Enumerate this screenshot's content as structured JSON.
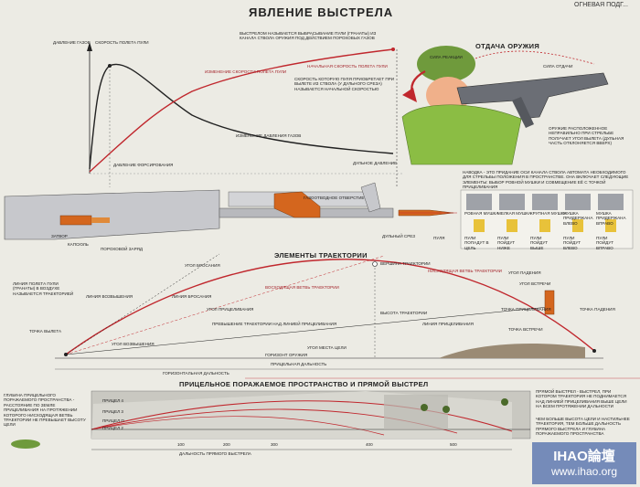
{
  "poster": {
    "title": "ЯВЛЕНИЕ ВЫСТРЕЛА",
    "corner": "ОГНЕВАЯ ПОДГ..."
  },
  "shot": {
    "definition": "ВЫСТРЕЛОМ НАЗЫВАЕТСЯ ВЫБРАСЫВАНИЕ ПУЛИ (ГРАНАТЫ) ИЗ КАНАЛА СТВОЛА ОРУЖИЯ ПОД ДЕЙСТВИЕМ ПОРОХОВЫХ ГАЗОВ",
    "muzzle_velocity_note": "СКОРОСТЬ КОТОРУЮ ПУЛЯ ПРИОБРЕТАЕТ ПРИ ВЫЛЕТЕ ИЗ СТВОЛА (У ДУЛЬНОГО СРЕЗА) НАЗЫВАЕТСЯ НАЧАЛЬНОЙ СКОРОСТЬЮ",
    "y_axis_pressure": "ДАВЛЕНИЕ ГАЗОВ",
    "y_axis_speed": "СКОРОСТЬ ПОЛЕТА ПУЛИ",
    "initial_speed": "НАЧАЛЬНАЯ СКОРОСТЬ ПОЛЕТА ПУЛИ",
    "speed_change": "ИЗМЕНЕНИЕ СКОРОСТИ ПОЛЕТА ПУЛИ",
    "pressure_change": "ИЗМЕНЕНИЕ ДАВЛЕНИЯ ГАЗОВ",
    "forcing_pressure": "ДАВЛЕНИЕ ФОРСИРОВАНИЯ",
    "muzzle_pressure": "ДУЛЬНОЕ ДАВЛЕНИЕ",
    "bolt": "ЗАТВОР",
    "primer": "КАПСЮЛЬ",
    "powder": "ПОРОХОВОЙ ЗАРЯД",
    "gas_port": "ГАЗООТВОДНОЕ ОТВЕРСТИЕ",
    "muzzle": "ДУЛЬНЫЙ СРЕЗ",
    "bullet": "ПУЛЯ"
  },
  "recoil": {
    "title": "ОТДАЧА ОРУЖИЯ",
    "force_label": "СИЛА ОТДАЧИ",
    "reaction_label": "СИЛА РЕАКЦИИ",
    "note": "ОРУЖИЕ РАСПОЛОЖЕННОЕ НЕПРАВИЛЬНО ПРИ СТРЕЛЬБЕ ПОЛУЧАЕТ УГОЛ ВЫЛЕТА (ДУЛЬНАЯ ЧАСТЬ ОТКЛОНЯЕТСЯ ВВЕРХ)"
  },
  "aiming": {
    "text": "НАВОДКА - ЭТО ПРИДАНИЕ ОСИ КАНАЛА СТВОЛА АВТОМАТА НЕОБХОДИМОГО ДЛЯ СТРЕЛЬБЫ ПОЛОЖЕНИЯ В ПРОСТРАНСТВЕ. ОНА ВКЛЮЧАЕТ СЛЕДУЮЩИЕ ЭЛЕМЕНТЫ: ВЫБОР РОВНОЙ МУШКИ И СОВМЕЩЕНИЕ ЕЁ С ТОЧКОЙ ПРИЦЕЛИВАНИЯ",
    "sights": [
      "РОВНАЯ МУШКА",
      "МЕЛКАЯ МУШКА",
      "КРУПНАЯ МУШКА",
      "МУШКА ПРИДЕРЖАНА ВЛЕВО",
      "МУШКА ПРИДЕРЖАНА ВПРАВО"
    ],
    "results": [
      "ПУЛИ ПОПАДУТ В ЦЕЛЬ",
      "ПУЛИ ПОЙДУТ НИЖЕ",
      "ПУЛИ ПОЙДУТ ВЫШЕ",
      "ПУЛИ ПОЙДУТ ВЛЕВО",
      "ПУЛИ ПОЙДУТ ВПРАВО"
    ]
  },
  "trajectory": {
    "title": "ЭЛЕМЕНТЫ ТРАЕКТОРИИ",
    "definition": "ЛИНИЯ ПОЛЕТА ПУЛИ (ГРАНАТЫ) В ВОЗДУХЕ НАЗЫВАЕТСЯ ТРАЕКТОРИЕЙ",
    "apex": "ВЕРШИНА ТРАЕКТОРИИ",
    "ascending": "ВОСХОДЯЩАЯ ВЕТВЬ ТРАЕКТОРИИ",
    "descending": "НИСХОДЯЩАЯ ВЕТВЬ ТРАЕКТОРИИ",
    "aim_line": "ЛИНИЯ ПРИЦЕЛИВАНИЯ",
    "elevation_line": "ЛИНИЯ ВОЗВЫШЕНИЯ",
    "throw_line": "ЛИНИЯ БРОСАНИЯ",
    "throw_angle": "УГОЛ БРОСАНИЯ",
    "elevation_angle": "УГОЛ ВОЗВЫШЕНИЯ",
    "target_angle": "УГОЛ МЕСТА ЦЕЛИ",
    "aim_angle": "УГОЛ ПРИЦЕЛИВАНИЯ",
    "aim_excess": "ПРЕВЫШЕНИЕ ТРАЕКТОРИИ НАД ЛИНИЕЙ ПРИЦЕЛИВАНИЯ",
    "height": "ВЫСОТА ТРАЕКТОРИИ",
    "weapon_horizon": "ГОРИЗОНТ ОРУЖИЯ",
    "departure": "ТОЧКА ВЫЛЕТА",
    "aim_point": "ТОЧКА ПРИЦЕЛИВАНИЯ",
    "meet_point": "ТОЧКА ВСТРЕЧИ",
    "impact_point": "ТОЧКА ПАДЕНИЯ",
    "fall_angle": "УГОЛ ПАДЕНИЯ",
    "meet_angle": "УГОЛ ВСТРЕЧИ",
    "horizontal_range": "ГОРИЗОНТАЛЬНАЯ ДАЛЬНОСТЬ",
    "aim_range": "ПРИЦЕЛЬНАЯ ДАЛЬНОСТЬ"
  },
  "direct": {
    "title": "ПРИЦЕЛЬНОЕ ПОРАЖАЕМОЕ ПРОСТРАНСТВО И ПРЯМОЙ ВЫСТРЕЛ",
    "left_note": "ГЛУБИНА ПРИЦЕЛЬНОГО ПОРАЖАЕМОГО ПРОСТРАНСТВА - РАССТОЯНИЕ ПО ЗЕМЛЕ ПРИЦЕЛИВАНИЯ НА ПРОТЯЖЕНИИ КОТОРОГО НИСХОДЯЩАЯ ВЕТВЬ ТРАЕКТОРИИ НЕ ПРЕВЫШАЕТ ВЫСОТУ ЦЕЛИ",
    "right_note": "ПРЯМОЙ ВЫСТРЕЛ - ВЫСТРЕЛ, ПРИ КОТОРОМ ТРАЕКТОРИЯ НЕ ПОДНИМАЕТСЯ НАД ЛИНИЕЙ ПРИЦЕЛИВАНИЯ ВЫШЕ ЦЕЛИ НА ВСЕМ ПРОТЯЖЕНИИ ДАЛЬНОСТИ",
    "right_note2": "ЧЕМ БОЛЬШЕ ВЫСОТА ЦЕЛИ И НАСТИЛЬНЕЕ ТРАЕКТОРИЯ, ТЕМ БОЛЬШЕ ДАЛЬНОСТЬ ПРЯМОГО ВЫСТРЕЛА И ГЛУБИНА ПОРАЖАЕМОГО ПРОСТРАНСТВА",
    "sights": [
      "ПРИЦЕЛ 4",
      "ПРИЦЕЛ 3",
      "ПРИЦЕЛ П",
      "ПРИЦЕЛ 2"
    ],
    "direct_range": "ДАЛЬНОСТЬ ПРЯМОГО ВЫСТРЕЛА",
    "ticks": [
      "100",
      "200",
      "300",
      "400",
      "500"
    ]
  },
  "watermark": {
    "name": "IHAO論壇",
    "url": "www.ihao.org"
  },
  "colors": {
    "paper": "#ecebe4",
    "red": "#c0272d",
    "orange": "#d4661e",
    "green": "#8bbd44",
    "navy": "#2b3a5a"
  }
}
